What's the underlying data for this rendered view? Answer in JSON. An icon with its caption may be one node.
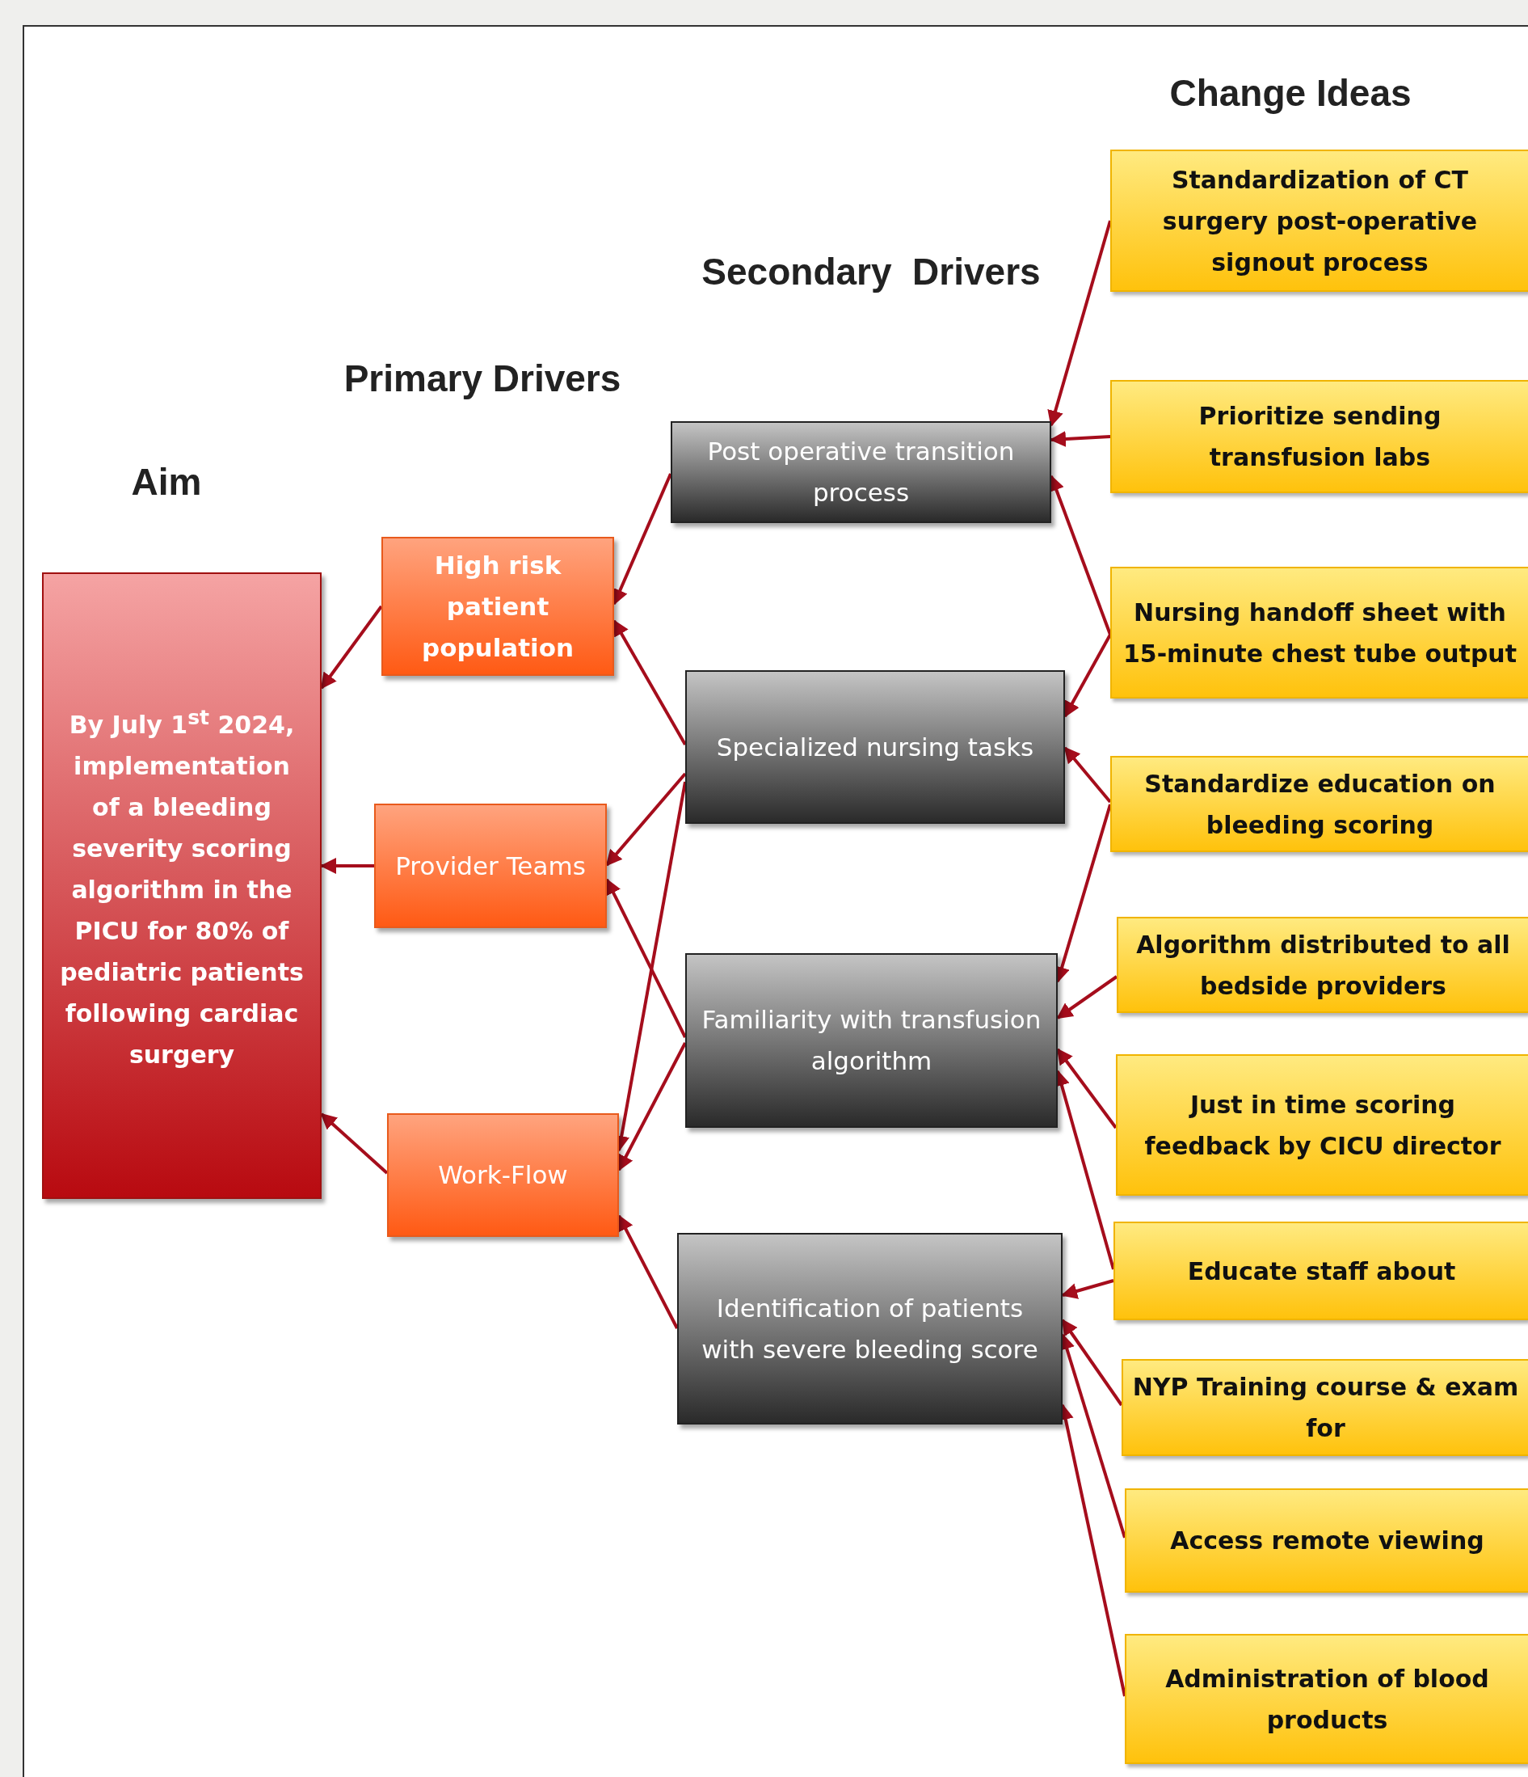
{
  "diagram": {
    "nodes": [
      {
        "text": [
          "By July 1$^{st}$  2024, implementation of a bleeding severity scoring algorithm in the PICU for 80% of pediatric patients following cardiac surgery"
        ]
      },
      {
        "text": [
          "High risk patient population"
        ]
      },
      {
        "text": [
          "Provider Teams"
        ]
      },
      {
        "text": [
          "Work-Flow"
        ]
      },
      {
        "text": [
          "Post operative transition process"
        ]
      },
      {
        "text": [
          "Specialized nursing tasks"
        ]
      },
      {
        "text": [
          "Familiarity with transfusion algorithm"
        ]
      },
      {
        "text": [
          "Identification of patients with severe bleeding score"
        ]
      },
      {
        "text": [
          "Standardization of CT surgery post-operative signout process"
        ]
      },
      {
        "text": [
          "Prioritize sending transfusion labs"
        ]
      },
      {
        "text": [
          "Nursing handoff sheet with 15-minute chest tube output"
        ]
      },
      {
        "text": [
          "Standardize education on bleeding scoring"
        ]
      },
      {
        "text": [
          "Algorithm distributed to all bedside providers"
        ]
      },
      {
        "text": [
          "Just in time scoring feedback by CICU director"
        ]
      },
      {
        "text": [
          "Educate staff about"
        ]
      },
      {
        "text": [
          "NYP Training course & exam for"
        ]
      },
      {
        "text": [
          "Access remote viewing"
        ]
      },
      {
        "text": [
          "Administration of blood products"
        ]
      }
    ],
    "edges": [
      {
        "from": 1,
        "to": 0,
        "arrow": "to"
      },
      {
        "from": 2,
        "to": 0,
        "arrow": "to"
      },
      {
        "from": 3,
        "to": 0,
        "arrow": "to"
      },
      {
        "from": 4,
        "to": 1,
        "arrow": "to"
      },
      {
        "from": 5,
        "to": 1,
        "arrow": "to"
      },
      {
        "from": 5,
        "to": 2,
        "arrow": "to"
      },
      {
        "from": 5,
        "to": 3,
        "arrow": "to"
      },
      {
        "from": 6,
        "to": 2,
        "arrow": "to"
      },
      {
        "from": 6,
        "to": 3,
        "arrow": "to"
      },
      {
        "from": 7,
        "to": 3,
        "arrow": "to"
      },
      {
        "from": 8,
        "to": 4,
        "arrow": "to"
      },
      {
        "from": 9,
        "to": 4,
        "arrow": "to"
      },
      {
        "from": 10,
        "to": 4,
        "arrow": "to"
      },
      {
        "from": 10,
        "to": 5,
        "arrow": "to"
      },
      {
        "from": 11,
        "to": 5,
        "arrow": "to"
      },
      {
        "from": 11,
        "to": 6,
        "arrow": "to"
      },
      {
        "from": 12,
        "to": 6,
        "arrow": "to"
      },
      {
        "from": 13,
        "to": 6,
        "arrow": "to"
      },
      {
        "from": 14,
        "to": 6,
        "arrow": "to"
      },
      {
        "from": 14,
        "to": 7,
        "arrow": "to"
      },
      {
        "from": 15,
        "to": 7,
        "arrow": "to"
      },
      {
        "from": 16,
        "to": 7,
        "arrow": "to"
      },
      {
        "from": 17,
        "to": 7,
        "arrow": "to"
      }
    ],
    "labels": [
      "Change Ideas",
      "Secondary  Drivers",
      "Primary Drivers",
      "Aim"
    ]
  }
}
